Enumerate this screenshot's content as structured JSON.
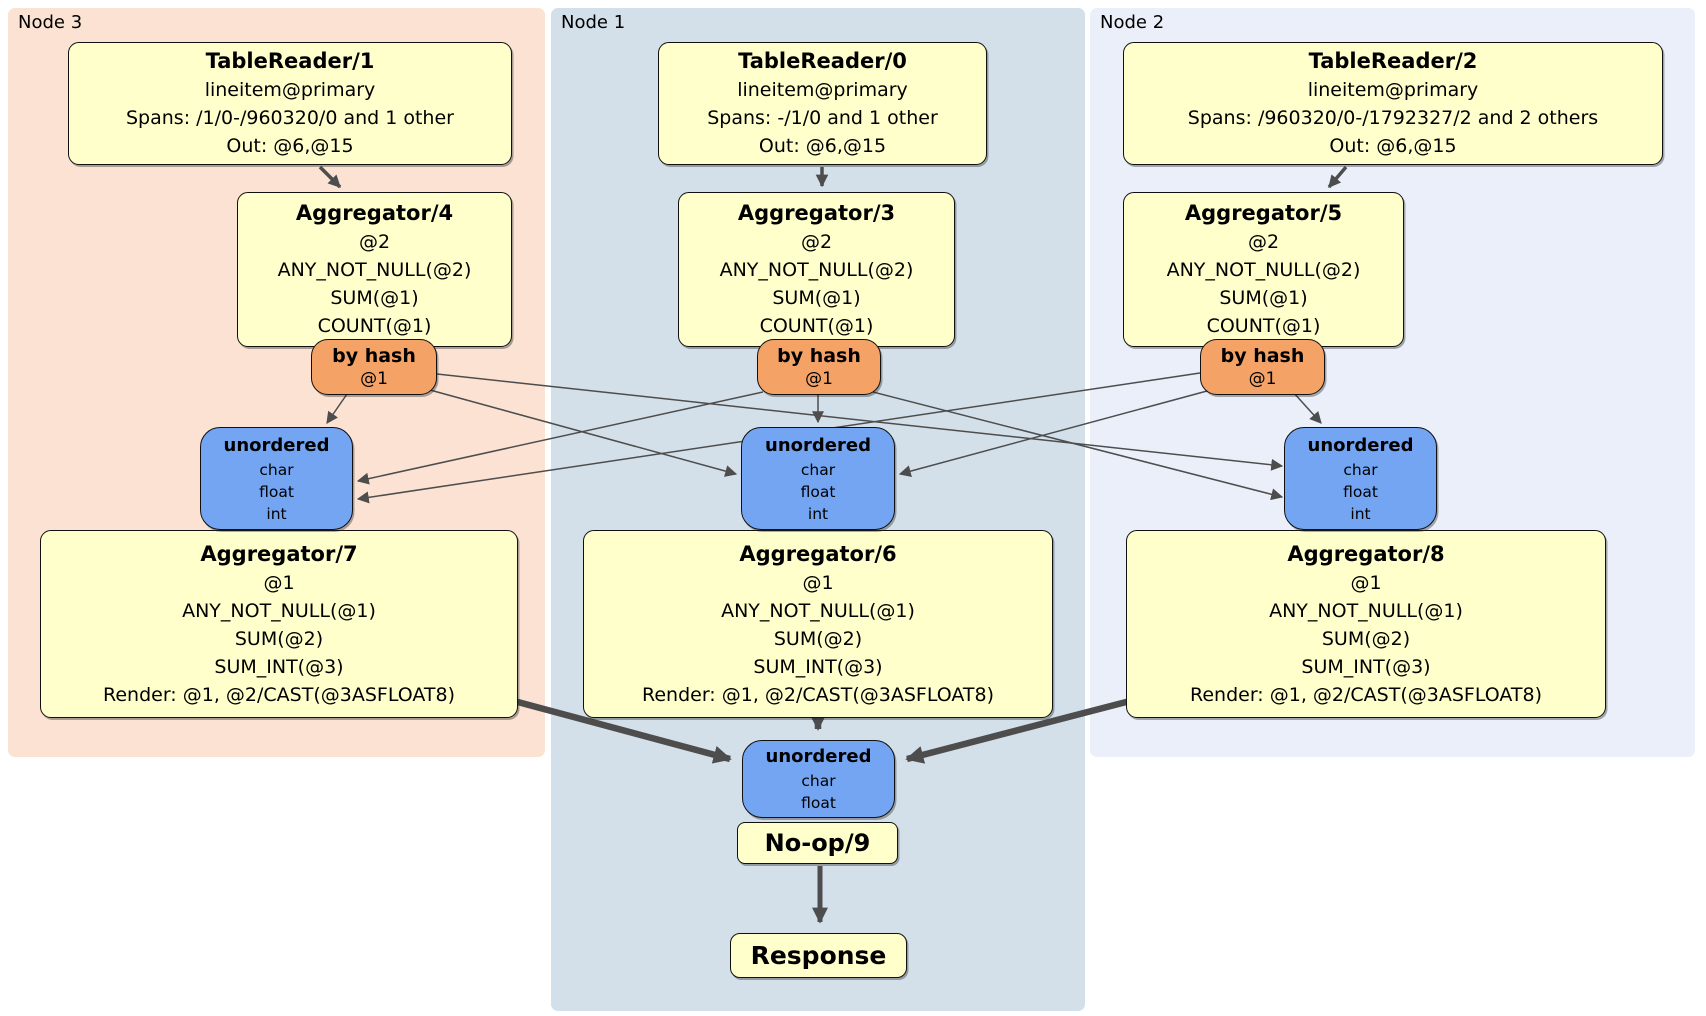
{
  "colors": {
    "panel_node3": "#fbe2d3",
    "panel_node1": "#d3e0e9",
    "panel_node2": "#eaeffa",
    "box_yellow": "#ffffcc",
    "box_orange": "#f5a266",
    "box_blue": "#74a5f2",
    "edge": "#4d4d4d"
  },
  "panels": {
    "node3": {
      "label": "Node 3"
    },
    "node1": {
      "label": "Node 1"
    },
    "node2": {
      "label": "Node 2"
    }
  },
  "node3": {
    "table_reader": {
      "title": "TableReader/1",
      "lines": [
        "lineitem@primary",
        "Spans: /1/0-/960320/0 and 1 other",
        "Out: @6,@15"
      ]
    },
    "aggregator_top": {
      "title": "Aggregator/4",
      "lines": [
        "@2",
        "ANY_NOT_NULL(@2)",
        "SUM(@1)",
        "COUNT(@1)"
      ]
    },
    "router": {
      "title": "by hash",
      "detail": "@1"
    },
    "sync": {
      "title": "unordered",
      "lines": [
        "char",
        "float",
        "int"
      ]
    },
    "aggregator_bottom": {
      "title": "Aggregator/7",
      "lines": [
        "@1",
        "ANY_NOT_NULL(@1)",
        "SUM(@2)",
        "SUM_INT(@3)",
        "Render: @1, @2/CAST(@3ASFLOAT8)"
      ]
    }
  },
  "node1": {
    "table_reader": {
      "title": "TableReader/0",
      "lines": [
        "lineitem@primary",
        "Spans: -/1/0 and 1 other",
        "Out: @6,@15"
      ]
    },
    "aggregator_top": {
      "title": "Aggregator/3",
      "lines": [
        "@2",
        "ANY_NOT_NULL(@2)",
        "SUM(@1)",
        "COUNT(@1)"
      ]
    },
    "router": {
      "title": "by hash",
      "detail": "@1"
    },
    "sync": {
      "title": "unordered",
      "lines": [
        "char",
        "float",
        "int"
      ]
    },
    "aggregator_bottom": {
      "title": "Aggregator/6",
      "lines": [
        "@1",
        "ANY_NOT_NULL(@1)",
        "SUM(@2)",
        "SUM_INT(@3)",
        "Render: @1, @2/CAST(@3ASFLOAT8)"
      ]
    },
    "final_sync": {
      "title": "unordered",
      "lines": [
        "char",
        "float"
      ]
    },
    "noop": {
      "label": "No-op/9"
    },
    "response": {
      "label": "Response"
    }
  },
  "node2": {
    "table_reader": {
      "title": "TableReader/2",
      "lines": [
        "lineitem@primary",
        "Spans: /960320/0-/1792327/2 and 2 others",
        "Out: @6,@15"
      ]
    },
    "aggregator_top": {
      "title": "Aggregator/5",
      "lines": [
        "@2",
        "ANY_NOT_NULL(@2)",
        "SUM(@1)",
        "COUNT(@1)"
      ]
    },
    "router": {
      "title": "by hash",
      "detail": "@1"
    },
    "sync": {
      "title": "unordered",
      "lines": [
        "char",
        "float",
        "int"
      ]
    },
    "aggregator_bottom": {
      "title": "Aggregator/8",
      "lines": [
        "@1",
        "ANY_NOT_NULL(@1)",
        "SUM(@2)",
        "SUM_INT(@3)",
        "Render: @1, @2/CAST(@3ASFLOAT8)"
      ]
    }
  }
}
